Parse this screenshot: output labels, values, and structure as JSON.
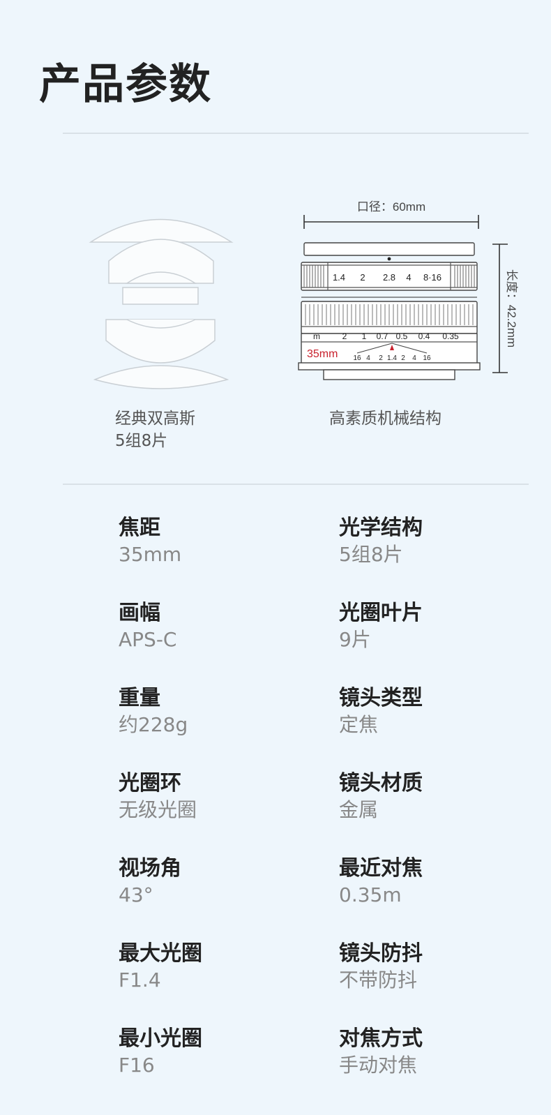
{
  "page": {
    "title": "产品参数"
  },
  "diagram": {
    "diameter_label": "口径：60mm",
    "length_label": "长度：42.2mm",
    "aperture_scale": [
      "1.4",
      "2",
      "2.8",
      "4",
      "8·16"
    ],
    "focus_scale": [
      "m",
      "2",
      "1",
      "0.7",
      "0.5",
      "0.4",
      "0.35"
    ],
    "dof_scale": [
      "16",
      "4",
      "2",
      "1.4",
      "2",
      "4",
      "16"
    ],
    "focal_mark": "35mm"
  },
  "captions": {
    "optics_line1": "经典双高斯",
    "optics_line2": "5组8片",
    "build": "高素质机械结构"
  },
  "specs": [
    {
      "label": "焦距",
      "value": "35mm"
    },
    {
      "label": "光学结构",
      "value": "5组8片"
    },
    {
      "label": "画幅",
      "value": "APS-C"
    },
    {
      "label": "光圈叶片",
      "value": "9片"
    },
    {
      "label": "重量",
      "value": "约228g"
    },
    {
      "label": "镜头类型",
      "value": "定焦"
    },
    {
      "label": "光圈环",
      "value": "无级光圈"
    },
    {
      "label": "镜头材质",
      "value": "金属"
    },
    {
      "label": "视场角",
      "value": "43°"
    },
    {
      "label": "最近对焦",
      "value": "0.35m"
    },
    {
      "label": "最大光圈",
      "value": "F1.4"
    },
    {
      "label": "镜头防抖",
      "value": "不带防抖"
    },
    {
      "label": "最小光圈",
      "value": "F16"
    },
    {
      "label": "对焦方式",
      "value": "手动对焦"
    }
  ]
}
